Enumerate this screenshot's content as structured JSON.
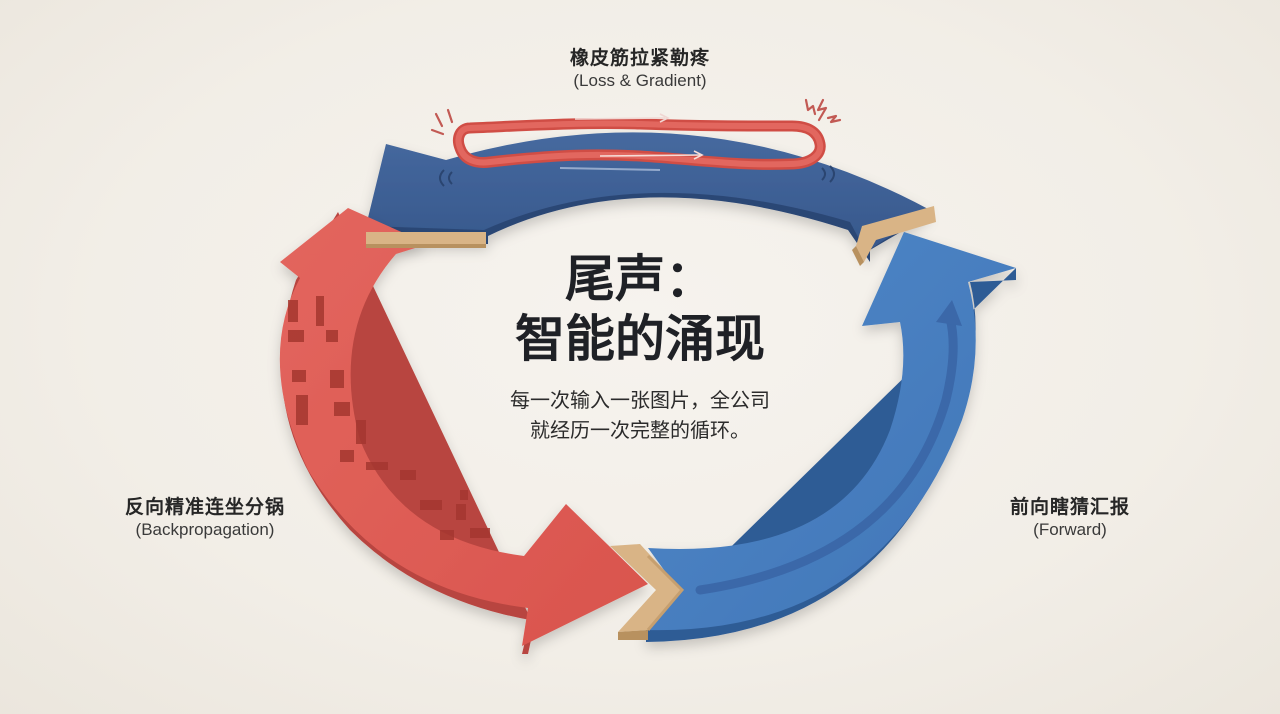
{
  "diagram": {
    "type": "cycle",
    "title": {
      "line1": "尾声：",
      "line2": "智能的涌现"
    },
    "subtitle": {
      "line1": "每一次输入一张图片，全公司",
      "line2": "就经历一次完整的循环。"
    },
    "stages": [
      {
        "position": "top",
        "label_zh": "橡皮筋拉紧勒疼",
        "label_en": "(Loss & Gradient)",
        "arrow_color": "#3d5f96",
        "direction": "right-to-left",
        "icon": "rubber-band-icon"
      },
      {
        "position": "left",
        "label_zh": "反向精准连坐分锅",
        "label_en": "(Backpropagation)",
        "arrow_color": "#e0615a",
        "direction": "top-to-bottom",
        "icon": "lattice-cutout-pattern"
      },
      {
        "position": "right",
        "label_zh": "前向瞎猜汇报",
        "label_en": "(Forward)",
        "arrow_color": "#4a7fc1",
        "direction": "bottom-to-top",
        "icon": "inner-arrow-groove"
      }
    ],
    "colors": {
      "background": "#f3efe8",
      "blue_dark": "#3d5f96",
      "blue_dark_side": "#2c4674",
      "blue_light": "#4a7fc1",
      "blue_light_side": "#34609c",
      "red": "#e0615a",
      "red_side": "#b8443f",
      "connector_tan": "#d9b486",
      "connector_side": "#b8915f",
      "band_red": "#d9534b",
      "text_dark": "#1f2126"
    }
  }
}
